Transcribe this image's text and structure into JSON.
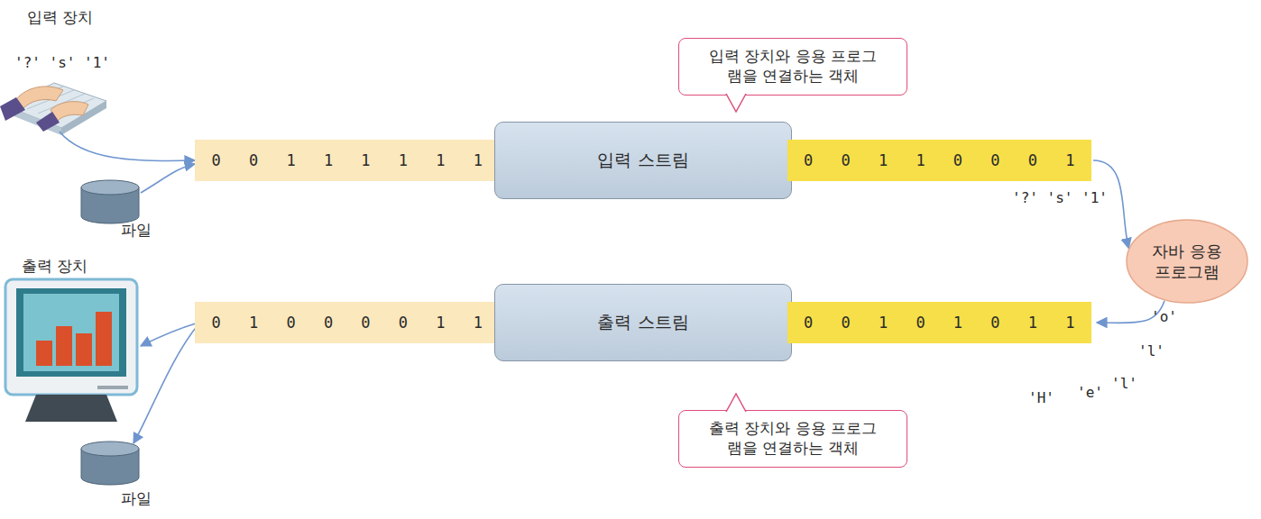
{
  "diagram": {
    "nodes": [
      {
        "text": [
          "0 0 1 1 1 1 1 1"
        ]
      },
      {
        "text": [
          "입력 스트림"
        ]
      },
      {
        "text": [
          "0 0 1 1 0 0 0 1"
        ]
      },
      {
        "text": [
          "자바 응용 프로그램"
        ]
      },
      {
        "text": [
          "0 1 0 0 0 0 1 1"
        ]
      },
      {
        "text": [
          "출력 스트림"
        ]
      },
      {
        "text": [
          "0 0 1 0 1 0 1 1"
        ]
      },
      {
        "text": [
          "입력 장치와 응용 프로그램을 연결하는 객체"
        ]
      },
      {
        "text": [
          "출력 장치와 응용 프로그램을 연결하는 객체"
        ]
      }
    ],
    "edges": [
      {
        "from": 2,
        "to": 3,
        "arrow": "to"
      },
      {
        "from": 3,
        "to": 6,
        "arrow": "to"
      }
    ],
    "labels": [
      "입력 장치",
      "'?' 's' '1'",
      "파일",
      "'?' 's' '1'",
      "출력 장치",
      "'o'",
      "'l'",
      "'H'",
      "'e'",
      "'l'",
      "파일"
    ]
  }
}
